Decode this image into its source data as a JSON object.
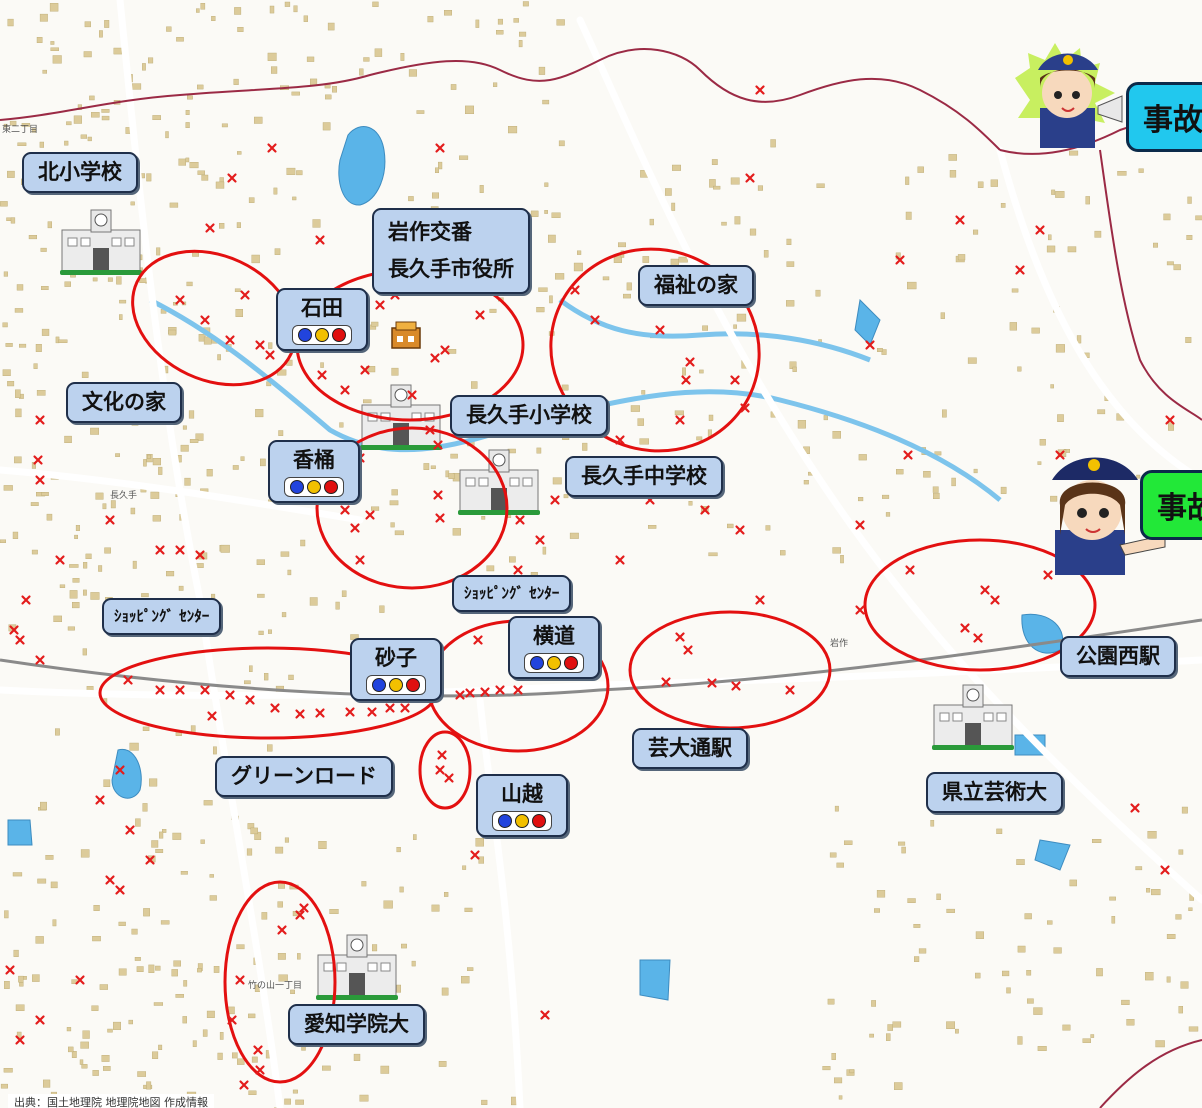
{
  "banners": {
    "top_right": "事故",
    "mid_right": "事故"
  },
  "callouts": {
    "kita_shogakko": "北小学校",
    "bunka_no_ie": "文化の家",
    "ishida": "石田",
    "iwasaku_koban": "岩作交番",
    "nagakute_city_hall": "長久手市役所",
    "fukushi_no_ie": "福祉の家",
    "nagakute_shogakko": "長久手小学校",
    "kouoke": "香桶",
    "nagakute_chugakko": "長久手中学校",
    "shopping_center_1": "ｼｮｯﾋﾟﾝｸﾞ ｾﾝﾀｰ",
    "shopping_center_2": "ｼｮｯﾋﾟﾝｸﾞ ｾﾝﾀｰ",
    "sunago": "砂子",
    "yokomichi": "横道",
    "geidai_dori_eki": "芸大通駅",
    "koen_nishi_eki": "公園西駅",
    "green_road": "グリーンロード",
    "yamakoshi": "山越",
    "kenritsu_geijutsu_dai": "県立芸術大",
    "aichi_gakuin_dai": "愛知学院大"
  },
  "map_words": {
    "nagakute": "長久手",
    "iwasaku": "岩作",
    "higashi": "東二丁目",
    "takenoyama": "竹の山一丁目"
  },
  "credit": "出典：国土地理院 地理院地図 作成情報",
  "colors": {
    "callout_bg": "#bcd2ee",
    "ellipse": "#e31010",
    "accident_mark": "#e31c1c",
    "road": "#ffffff",
    "building": "#d9c89a"
  }
}
